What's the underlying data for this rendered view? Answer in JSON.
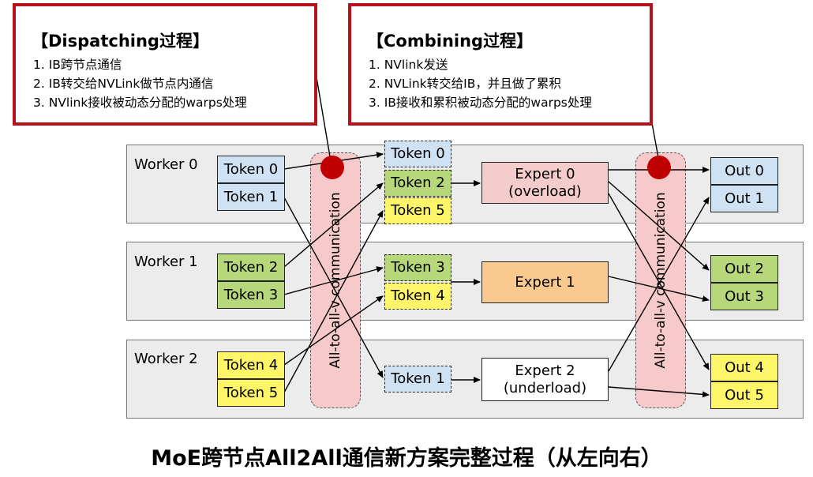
{
  "dispatch": {
    "title": "【Dispatching过程】",
    "items": [
      "1. IB跨节点通信",
      "2. IB转交给NVLink做节点内通信",
      "3. NVlink接收被动态分配的warps处理"
    ]
  },
  "combine": {
    "title": "【Combining过程】",
    "items": [
      "1. NVlink发送",
      "2. NVLink转交给IB，并且做了累积",
      "3. IB接收和累积被动态分配的warps处理"
    ]
  },
  "workers": [
    "Worker 0",
    "Worker 1",
    "Worker 2"
  ],
  "input_tokens": [
    "Token 0",
    "Token 1",
    "Token 2",
    "Token 3",
    "Token 4",
    "Token 5"
  ],
  "comm_label": "All-to-all-v communication",
  "routed_tokens": [
    "Token 0",
    "Token 2",
    "Token 5",
    "Token 3",
    "Token 4",
    "Token 1"
  ],
  "experts": [
    {
      "line1": "Expert 0",
      "line2": "(overload)"
    },
    {
      "line1": "Expert 1",
      "line2": ""
    },
    {
      "line1": "Expert 2",
      "line2": "(underload)"
    }
  ],
  "outputs": [
    "Out 0",
    "Out 1",
    "Out 2",
    "Out 3",
    "Out 4",
    "Out 5"
  ],
  "caption": "MoE跨节点All2All通信新方案完整过程（从左向右）",
  "colors": {
    "callout_border": "#b7131c",
    "dot": "#c00000",
    "blue": "#cfe2f3",
    "green": "#b6d77a",
    "yellow": "#fff568",
    "pink": "#f4cccc",
    "orange": "#f9c98e"
  }
}
